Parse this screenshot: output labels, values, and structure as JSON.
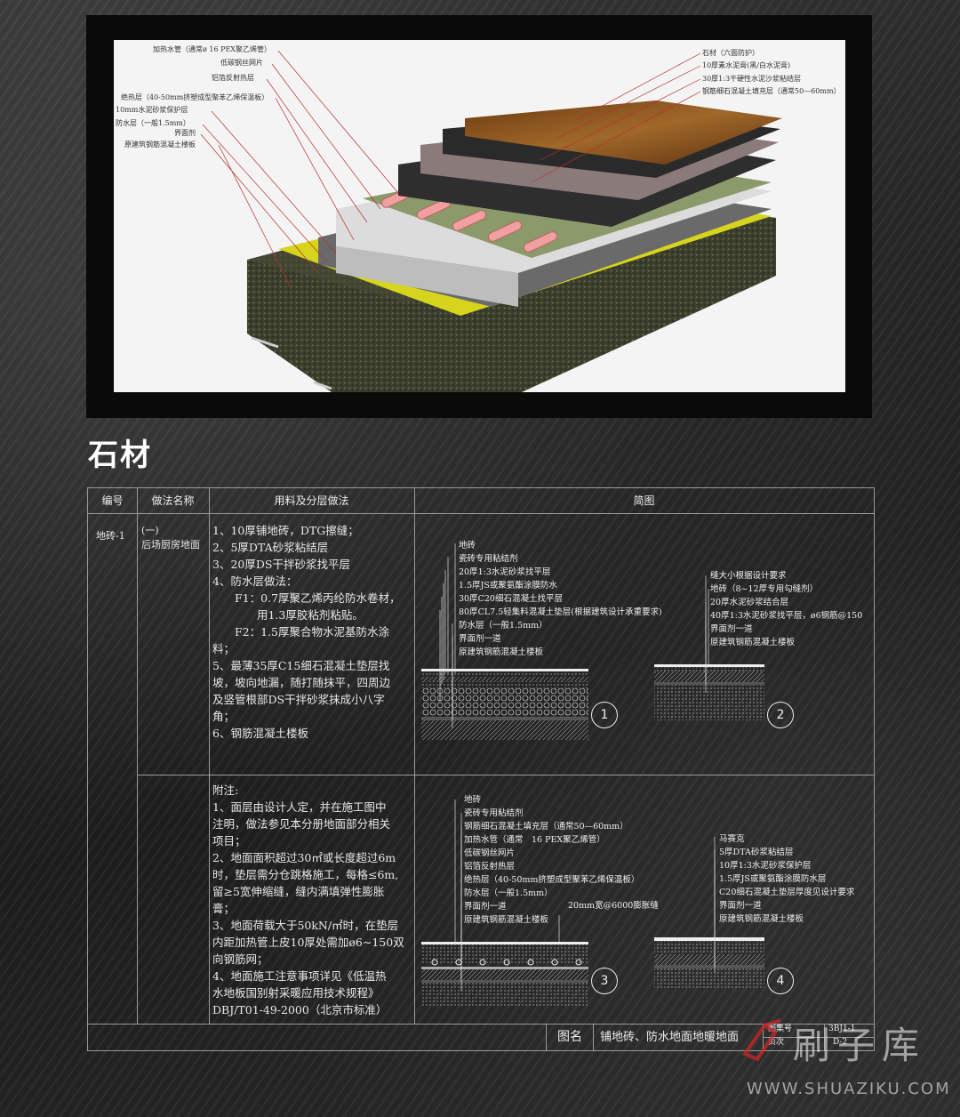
{
  "render_annotations": {
    "left": [
      "加热水管（通常ø 16 PEX聚乙烯管）",
      "低碳钢丝网片",
      "铝箔反射热层",
      "绝热层（40-50mm挤塑成型聚苯乙烯保温板）",
      "10mm水泥砂浆保护层",
      "防水层（一般1.5mm）",
      "界面剂",
      "原建筑钢筋混凝土楼板"
    ],
    "right": [
      "石材（六面防护）",
      "10厚素水泥膏(黑/白水泥膏)",
      "30厚1:3干硬性水泥沙浆粘结层",
      "钢筋细石混凝土填充层（通常50—60mm）"
    ]
  },
  "section_title": "石材",
  "table": {
    "headers": [
      "编号",
      "做法名称",
      "用料及分层做法",
      "简图"
    ],
    "row1": {
      "code": "地砖-1",
      "name_line1": "(一)",
      "name_line2": "后场厨房地面",
      "method": [
        "1、10厚铺地砖，DTG擦缝；",
        "2、5厚DTA砂浆粘结层",
        "3、20厚DS干拌砂浆找平层",
        "4、防水层做法：",
        "　　F1：0.7厚聚乙烯丙纶防水卷材，",
        "　　　　用1.3厚胶粘剂粘贴。",
        "　　F2：1.5厚聚合物水泥基防水涂",
        "料；",
        "5、最薄35厚C15细石混凝土垫层找",
        "坡，坡向地漏，随打随抹平，四周边",
        "及竖管根部DS干拌砂浆抹成小八字",
        "角；",
        "6、钢筋混凝土楼板"
      ]
    },
    "row2": {
      "notes": [
        "附注:",
        "1、面层由设计人定，并在施工图中",
        "注明，做法参见本分册地面部分相关",
        "项目；",
        "2、地面面积超过30㎡或长度超过6m",
        "时，垫层需分仓跳格施工，每格≤6m,",
        "留≥5宽伸缩缝，缝内满填弹性膨胀",
        "膏；",
        "3、地面荷载大于50kN/㎡时，在垫层",
        "内距加热管上皮10厚处需加ø6~150双",
        "向钢筋网；",
        "4、地面施工注意事项详见《低温热",
        "水地板国别射采暖应用技术规程》",
        "DBJ/T01-49-2000（北京市标准）"
      ]
    },
    "diagrams": {
      "d1": {
        "number": "1",
        "labels": [
          "地砖",
          "瓷砖专用粘结剂",
          "20厚1:3水泥砂浆找平层",
          "1.5厚JS或聚氨酯涂膜防水",
          "30厚C20细石混凝土找平层",
          "80厚CL7.5轻集料混凝土垫层(根据建筑设计承重要求)",
          "防水层（一般1.5mm）",
          "界面剂一道",
          "原建筑钢筋混凝土楼板"
        ]
      },
      "d2": {
        "number": "2",
        "labels": [
          "缝大小根据设计要求",
          "地砖（8~12厚专用勾缝剂）",
          "20厚水泥砂浆结合层",
          "40厚1:3水泥砂浆找平层，ø6钢筋@150",
          "界面剂一道",
          "原建筑钢筋混凝土楼板"
        ]
      },
      "d3": {
        "number": "3",
        "labels": [
          "地砖",
          "瓷砖专用粘结剂",
          "钢筋细石混凝土填充层（通常50—60mm）",
          "加热水管（通常　16 PEX聚乙烯管）",
          "低碳钢丝网片",
          "铝箔反射热层",
          "绝热层（40-50mm挤塑成型聚苯乙烯保温板）",
          "防水层（一般1.5mm）",
          "界面剂一道",
          "原建筑钢筋混凝土楼板"
        ],
        "joint_label": "20mm宽@6000膨胀缝"
      },
      "d4": {
        "number": "4",
        "labels": [
          "马赛克",
          "5厚DTA砂浆粘结层",
          "10厚1:3水泥砂浆保护层",
          "1.5厚JS或聚氨酯涂膜防水层",
          "C20细石混凝土垫层厚度见设计要求",
          "界面剂一道",
          "原建筑钢筋混凝土楼板"
        ]
      }
    },
    "footer": {
      "label": "图名",
      "title": "铺地砖、防水地面地暖地面",
      "atlas_label": "图集号",
      "atlas_value": "3BJ1-1",
      "page_label": "页次",
      "page_value": "D-2"
    }
  },
  "watermark": {
    "text": "刷子库",
    "url": "WWW.SHUAZIKU.COM"
  }
}
